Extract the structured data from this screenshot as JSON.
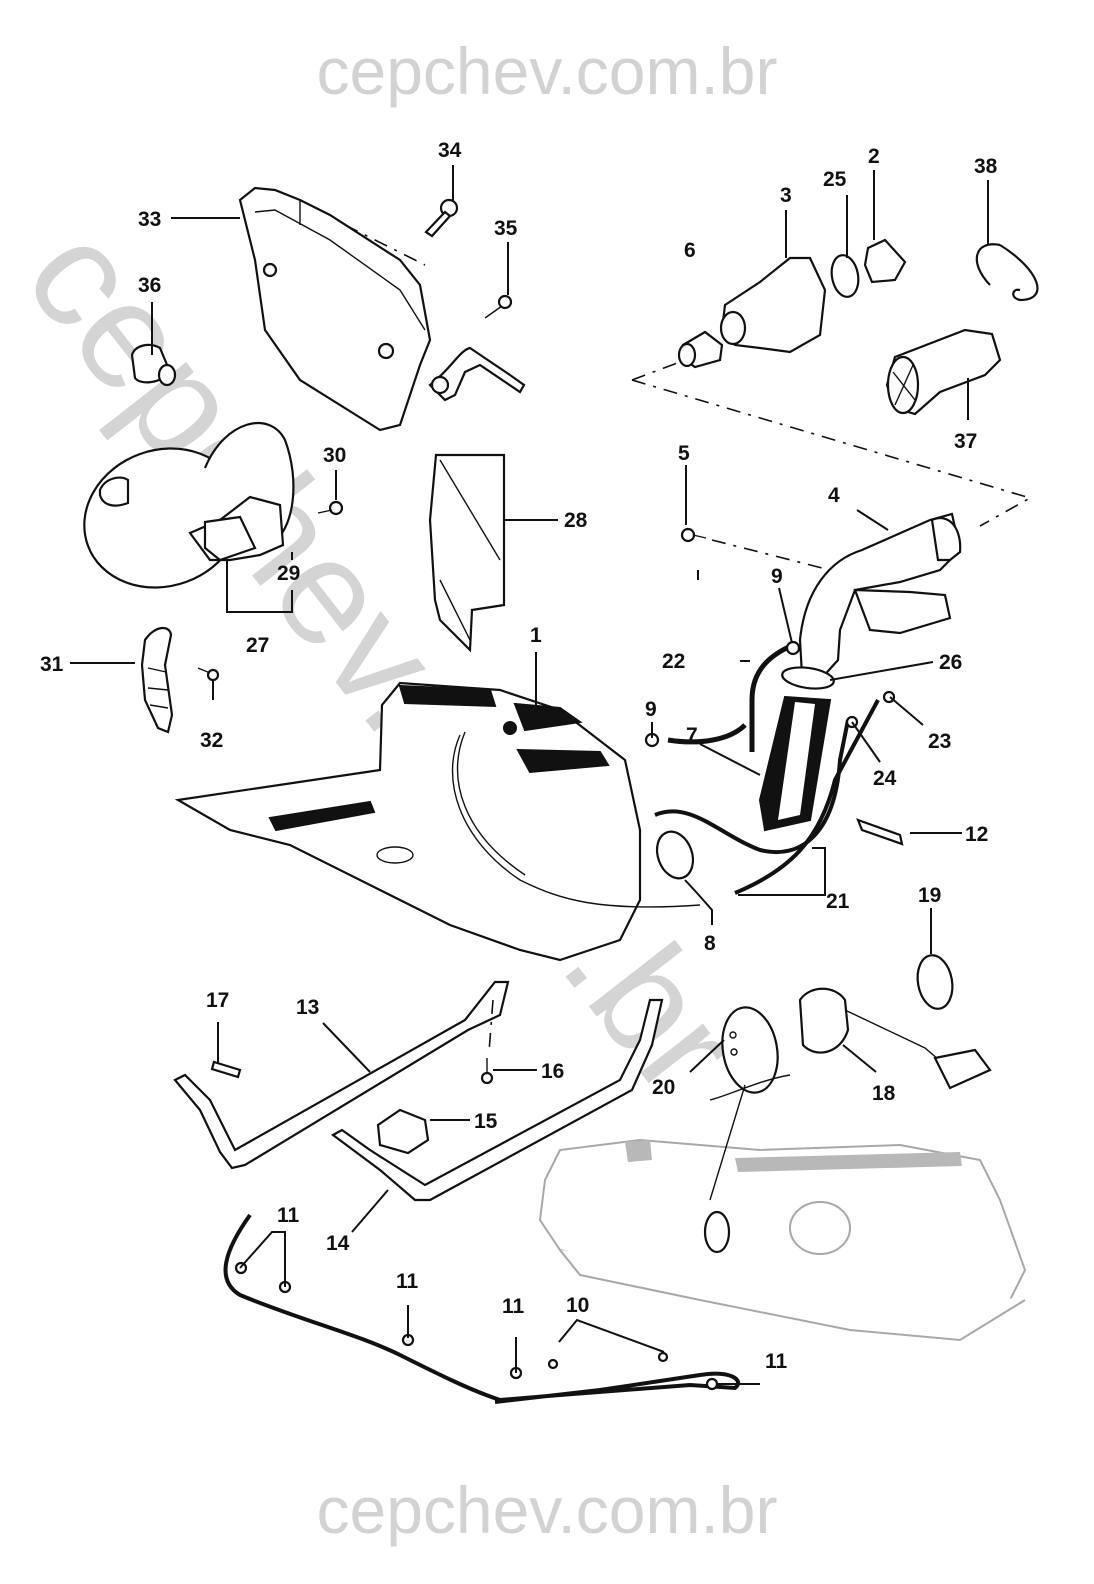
{
  "watermark": {
    "top": "cepchev.com.br",
    "bottom": "cepchev.com.br",
    "diagonal": "cepchev.com.br"
  },
  "diagram": {
    "type": "exploded parts diagram",
    "subject": "fuel tank assembly and filler system",
    "callouts": [
      {
        "id": "c1",
        "label": "1"
      },
      {
        "id": "c2",
        "label": "2"
      },
      {
        "id": "c3",
        "label": "3"
      },
      {
        "id": "c4",
        "label": "4"
      },
      {
        "id": "c5",
        "label": "5"
      },
      {
        "id": "c6",
        "label": "6"
      },
      {
        "id": "c7",
        "label": "7"
      },
      {
        "id": "c8",
        "label": "8"
      },
      {
        "id": "c9a",
        "label": "9"
      },
      {
        "id": "c9b",
        "label": "9"
      },
      {
        "id": "c10",
        "label": "10"
      },
      {
        "id": "c11a",
        "label": "11"
      },
      {
        "id": "c11b",
        "label": "11"
      },
      {
        "id": "c11c",
        "label": "11"
      },
      {
        "id": "c11d",
        "label": "11"
      },
      {
        "id": "c12",
        "label": "12"
      },
      {
        "id": "c13",
        "label": "13"
      },
      {
        "id": "c14",
        "label": "14"
      },
      {
        "id": "c15",
        "label": "15"
      },
      {
        "id": "c16",
        "label": "16"
      },
      {
        "id": "c17",
        "label": "17"
      },
      {
        "id": "c18",
        "label": "18"
      },
      {
        "id": "c19",
        "label": "19"
      },
      {
        "id": "c20",
        "label": "20"
      },
      {
        "id": "c21",
        "label": "21"
      },
      {
        "id": "c22",
        "label": "22"
      },
      {
        "id": "c23",
        "label": "23"
      },
      {
        "id": "c24",
        "label": "24"
      },
      {
        "id": "c25",
        "label": "25"
      },
      {
        "id": "c26",
        "label": "26"
      },
      {
        "id": "c27",
        "label": "27"
      },
      {
        "id": "c28",
        "label": "28"
      },
      {
        "id": "c29",
        "label": "29"
      },
      {
        "id": "c30",
        "label": "30"
      },
      {
        "id": "c31",
        "label": "31"
      },
      {
        "id": "c32",
        "label": "32"
      },
      {
        "id": "c33",
        "label": "33"
      },
      {
        "id": "c34",
        "label": "34"
      },
      {
        "id": "c35",
        "label": "35"
      },
      {
        "id": "c36",
        "label": "36"
      },
      {
        "id": "c37",
        "label": "37"
      },
      {
        "id": "c38",
        "label": "38"
      }
    ]
  }
}
